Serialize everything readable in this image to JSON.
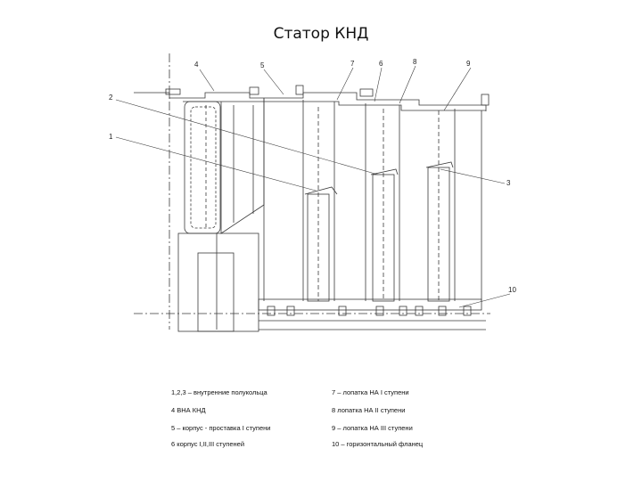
{
  "slide": {
    "title": "Статор КНД"
  },
  "callouts": [
    "4",
    "5",
    "7",
    "6",
    "8",
    "9",
    "2",
    "1",
    "3",
    "10"
  ],
  "legend": [
    {
      "text": "1,2,3 – внутренние полукольца"
    },
    {
      "text": "7 – лопатка НА I ступени"
    },
    {
      "text": "4    ВНА КНД"
    },
    {
      "text": "8    лопатка НА II ступени"
    },
    {
      "text": "5 – корпус - проставка I ступени"
    },
    {
      "text": "9 – лопатка НА III ступени"
    },
    {
      "text": "6    корпус I,II,III ступеней"
    },
    {
      "text": "10 – горизонтальный фланец"
    }
  ],
  "colors": {
    "line": "#3a3a3a",
    "text": "#111111",
    "background": "#ffffff"
  }
}
